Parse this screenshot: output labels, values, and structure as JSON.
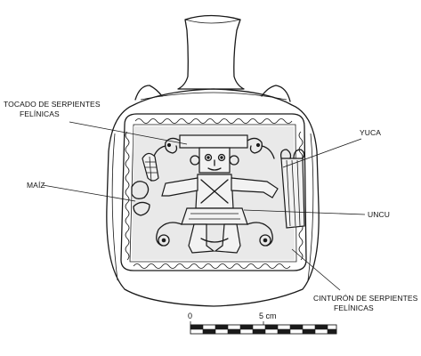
{
  "labels": {
    "tocado_line1": "TOCADO DE SERPIENTES",
    "tocado_line2": "FELÍNICAS",
    "yuca": "YUCA",
    "maiz": "MAÍZ",
    "uncu": "UNCU",
    "cinturon_line1": "CINTURÓN DE SERPIENTES",
    "cinturon_line2": "FELÍNICAS"
  },
  "scale": {
    "start_label": "0",
    "end_label": "5 cm"
  }
}
